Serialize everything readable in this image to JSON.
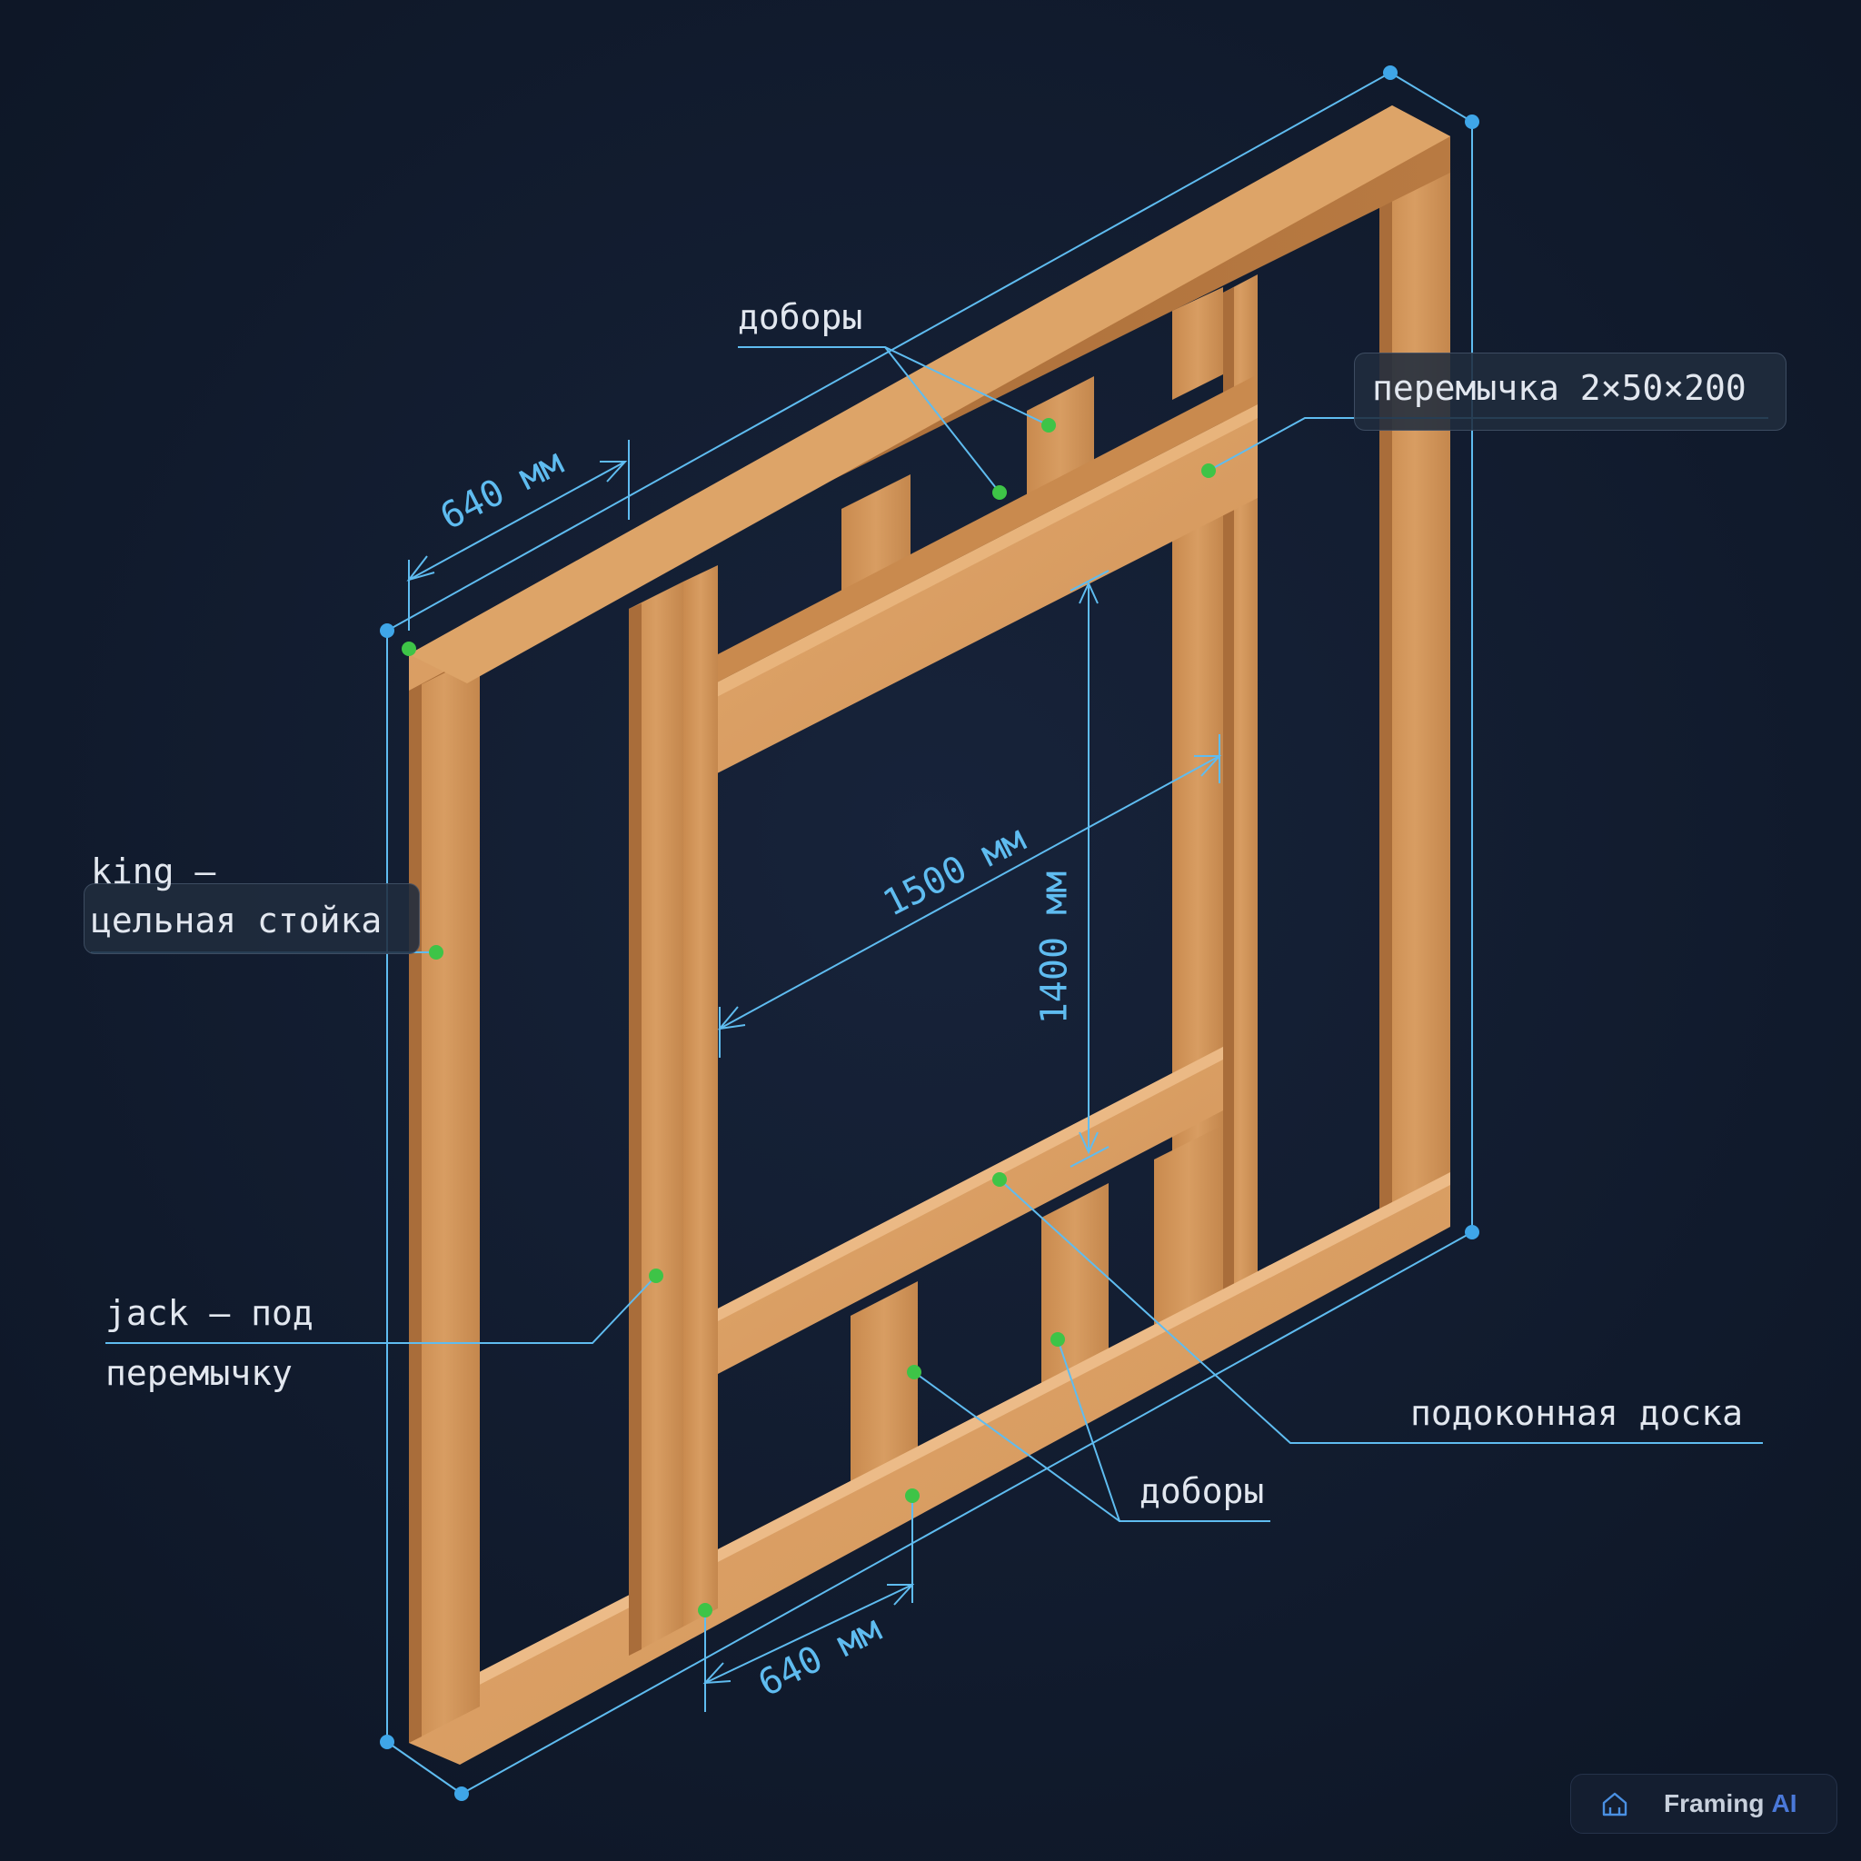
{
  "colors": {
    "background": "#101a2b",
    "wood": "#d6975a",
    "dimension": "#5fbcf0",
    "marker": "#3ec447",
    "text": "#e2e7ef"
  },
  "labels": {
    "blocking_top": "доборы",
    "header": "перемычка 2×50×200",
    "king_line1": "king —",
    "king_line2": "цельная стойка",
    "jack_line1": "jack — под",
    "jack_line2": "перемычку",
    "sill": "подоконная доска",
    "blocking_bottom": "доборы"
  },
  "dimensions": {
    "top_spacing": "640 мм",
    "opening_width": "1500 мм",
    "opening_height": "1400 мм",
    "bottom_spacing": "640 мм"
  },
  "brand": {
    "name": "Framing",
    "suffix": "AI",
    "icon": "house-icon"
  }
}
